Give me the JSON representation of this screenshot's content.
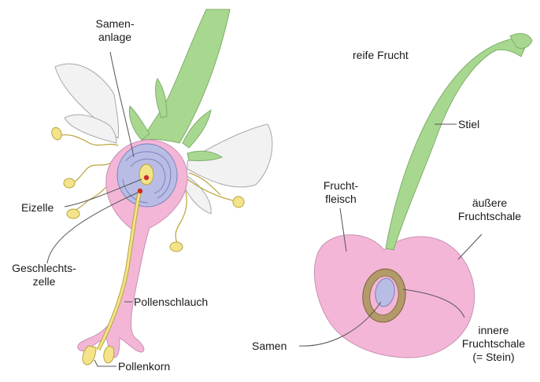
{
  "colors": {
    "stem": "#a8d890",
    "stem_outline": "#7fae6a",
    "ovary": "#f4b6d6",
    "ovary_outline": "#c890b4",
    "ovule": "#b9bde6",
    "ovule_outline": "#7a80b8",
    "pollen": "#f3e38a",
    "pollen_outline": "#b8a53a",
    "petal": "#f2f2f2",
    "petal_outline": "#a8a8a8",
    "stone": "#b39a6a",
    "stone_outline": "#7a6238",
    "cell_dot": "#cc2a2a"
  },
  "flower": {
    "samenanlage_1": "Samen-",
    "samenanlage_2": "anlage",
    "eizelle": "Eizelle",
    "geschlechtszelle_1": "Geschlechts-",
    "geschlechtszelle_2": "zelle",
    "pollenschlauch": "Pollenschlauch",
    "pollenkorn": "Pollenkorn"
  },
  "fruit": {
    "title": "reife Frucht",
    "stiel": "Stiel",
    "fruchtfleisch_1": "Frucht-",
    "fruchtfleisch_2": "fleisch",
    "aeussere_1": "äußere",
    "aeussere_2": "Fruchtschale",
    "samen": "Samen",
    "innere_1": "innere",
    "innere_2": "Fruchtschale",
    "innere_3": "(= Stein)"
  }
}
